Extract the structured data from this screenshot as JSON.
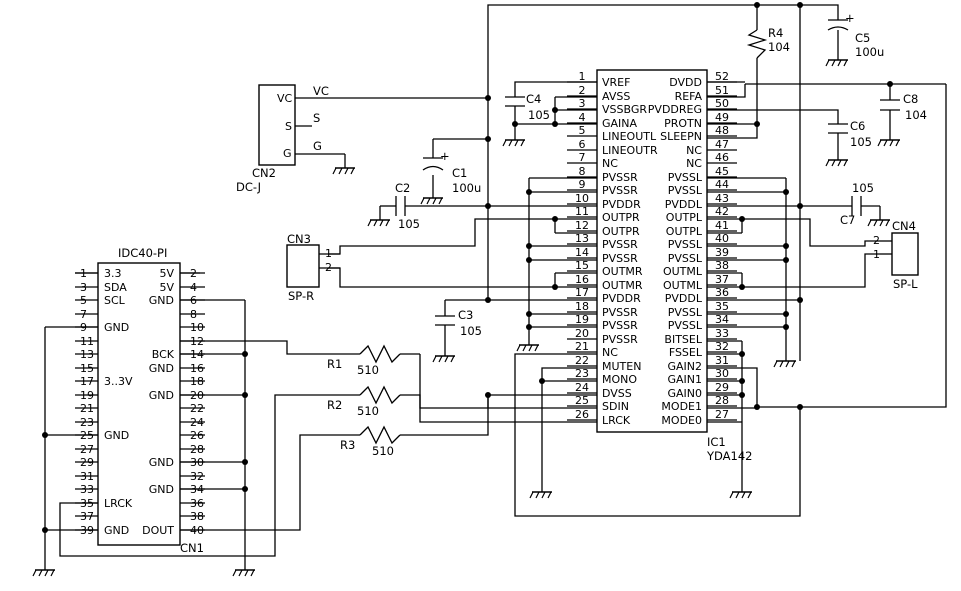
{
  "ic1": {
    "ref": "IC1",
    "part": "YDA142",
    "pins": [
      {
        "num": "1",
        "name": "VREF"
      },
      {
        "num": "2",
        "name": "AVSS"
      },
      {
        "num": "3",
        "name": "VSSBGR"
      },
      {
        "num": "4",
        "name": "GAINA"
      },
      {
        "num": "5",
        "name": "LINEOUTL"
      },
      {
        "num": "6",
        "name": "LINEOUTR"
      },
      {
        "num": "7",
        "name": "NC"
      },
      {
        "num": "8",
        "name": "PVSSR"
      },
      {
        "num": "9",
        "name": "PVSSR"
      },
      {
        "num": "10",
        "name": "PVDDR"
      },
      {
        "num": "11",
        "name": "OUTPR"
      },
      {
        "num": "12",
        "name": "OUTPR"
      },
      {
        "num": "13",
        "name": "PVSSR"
      },
      {
        "num": "14",
        "name": "PVSSR"
      },
      {
        "num": "15",
        "name": "OUTMR"
      },
      {
        "num": "16",
        "name": "OUTMR"
      },
      {
        "num": "17",
        "name": "PVDDR"
      },
      {
        "num": "18",
        "name": "PVSSR"
      },
      {
        "num": "19",
        "name": "PVSSR"
      },
      {
        "num": "20",
        "name": "PVSSR"
      },
      {
        "num": "21",
        "name": "NC"
      },
      {
        "num": "22",
        "name": "MUTEN"
      },
      {
        "num": "23",
        "name": "MONO"
      },
      {
        "num": "24",
        "name": "DVSS"
      },
      {
        "num": "25",
        "name": "SDIN"
      },
      {
        "num": "26",
        "name": "LRCK"
      },
      {
        "num": "27",
        "name": "MODE0"
      },
      {
        "num": "28",
        "name": "MODE1"
      },
      {
        "num": "29",
        "name": "GAIN0"
      },
      {
        "num": "30",
        "name": "GAIN1"
      },
      {
        "num": "31",
        "name": "GAIN2"
      },
      {
        "num": "32",
        "name": "FSSEL"
      },
      {
        "num": "33",
        "name": "BITSEL"
      },
      {
        "num": "34",
        "name": "PVSSL"
      },
      {
        "num": "35",
        "name": "PVSSL"
      },
      {
        "num": "36",
        "name": "PVDDL"
      },
      {
        "num": "37",
        "name": "OUTML"
      },
      {
        "num": "38",
        "name": "OUTML"
      },
      {
        "num": "39",
        "name": "PVSSL"
      },
      {
        "num": "40",
        "name": "PVSSL"
      },
      {
        "num": "41",
        "name": "OUTPL"
      },
      {
        "num": "42",
        "name": "OUTPL"
      },
      {
        "num": "43",
        "name": "PVDDL"
      },
      {
        "num": "44",
        "name": "PVSSL"
      },
      {
        "num": "45",
        "name": "PVSSL"
      },
      {
        "num": "46",
        "name": "NC"
      },
      {
        "num": "47",
        "name": "NC"
      },
      {
        "num": "48",
        "name": "SLEEPN"
      },
      {
        "num": "49",
        "name": "PROTN"
      },
      {
        "num": "50",
        "name": "PVDDREG"
      },
      {
        "num": "51",
        "name": "REFA"
      },
      {
        "num": "52",
        "name": "DVDD"
      }
    ]
  },
  "cn1": {
    "ref": "CN1",
    "part": "IDC40-PI",
    "left_pins": [
      "1",
      "3",
      "5",
      "7",
      "9",
      "11",
      "13",
      "15",
      "17",
      "19",
      "21",
      "23",
      "25",
      "27",
      "29",
      "31",
      "33",
      "35",
      "37",
      "39"
    ],
    "right_pins": [
      "2",
      "4",
      "6",
      "8",
      "10",
      "12",
      "14",
      "16",
      "18",
      "20",
      "22",
      "24",
      "26",
      "28",
      "30",
      "32",
      "34",
      "36",
      "38",
      "40"
    ],
    "left_names": [
      "3.3",
      "SDA",
      "SCL",
      "",
      "GND",
      "",
      "",
      "",
      "3..3V",
      "",
      "",
      "",
      "GND",
      "",
      "",
      "",
      "",
      "LRCK",
      "",
      "GND"
    ],
    "right_names": [
      "5V",
      "5V",
      "GND",
      "",
      "",
      "",
      "BCK",
      "GND",
      "",
      "GND",
      "",
      "",
      "",
      "",
      "GND",
      "",
      "GND",
      "",
      "",
      "DOUT"
    ]
  },
  "cn2": {
    "ref": "CN2",
    "part": "DC-J",
    "pins": [
      "VC",
      "S",
      "G"
    ],
    "nets": [
      "VC",
      "S",
      "G"
    ]
  },
  "cn3": {
    "ref": "CN3",
    "part": "SP-R",
    "pins": [
      "1",
      "2"
    ]
  },
  "cn4": {
    "ref": "CN4",
    "part": "SP-L",
    "pins": [
      "2",
      "1"
    ]
  },
  "resistors": [
    {
      "ref": "R1",
      "value": "510"
    },
    {
      "ref": "R2",
      "value": "510"
    },
    {
      "ref": "R3",
      "value": "510"
    },
    {
      "ref": "R4",
      "value": "104"
    }
  ],
  "capacitors": [
    {
      "ref": "C1",
      "value": "100u"
    },
    {
      "ref": "C2",
      "value": "105"
    },
    {
      "ref": "C3",
      "value": "105"
    },
    {
      "ref": "C4",
      "value": "105"
    },
    {
      "ref": "C5",
      "value": "100u"
    },
    {
      "ref": "C6",
      "value": "105"
    },
    {
      "ref": "C7",
      "value": "105"
    },
    {
      "ref": "C8",
      "value": "104"
    }
  ],
  "polarity_mark": "+"
}
